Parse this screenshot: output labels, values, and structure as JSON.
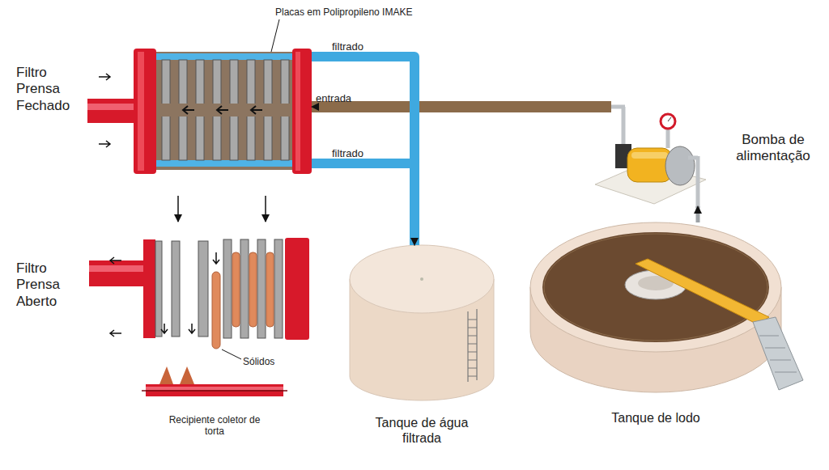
{
  "diagram": {
    "nodes": [
      {
        "text": [
          "Filtro Prensa Fechado"
        ]
      },
      {
        "text": [
          "Bomba de alimentação"
        ]
      },
      {
        "text": [
          "Filtro Prensa Aberto"
        ]
      },
      {
        "text": [
          "Tanque de água filtrada"
        ]
      },
      {
        "text": [
          "Tanque de lodo"
        ]
      },
      {
        "text": [
          "Recipiente coletor de torta"
        ]
      }
    ],
    "edges": [
      {
        "from": 4,
        "to": 1,
        "arrow": "to"
      },
      {
        "from": 1,
        "to": 0,
        "label": "entrada",
        "arrow": "to"
      },
      {
        "from": 0,
        "to": 3,
        "label": "filtrado",
        "arrow": "to"
      },
      {
        "from": 0,
        "to": 3,
        "label": "filtrado",
        "arrow": "to"
      },
      {
        "from": 0,
        "to": 2,
        "arrow": "to"
      },
      {
        "from": 0,
        "to": 2,
        "arrow": "to"
      }
    ],
    "labels": [
      "Placas em Polipropileno IMAKE",
      "Sólidos"
    ]
  }
}
